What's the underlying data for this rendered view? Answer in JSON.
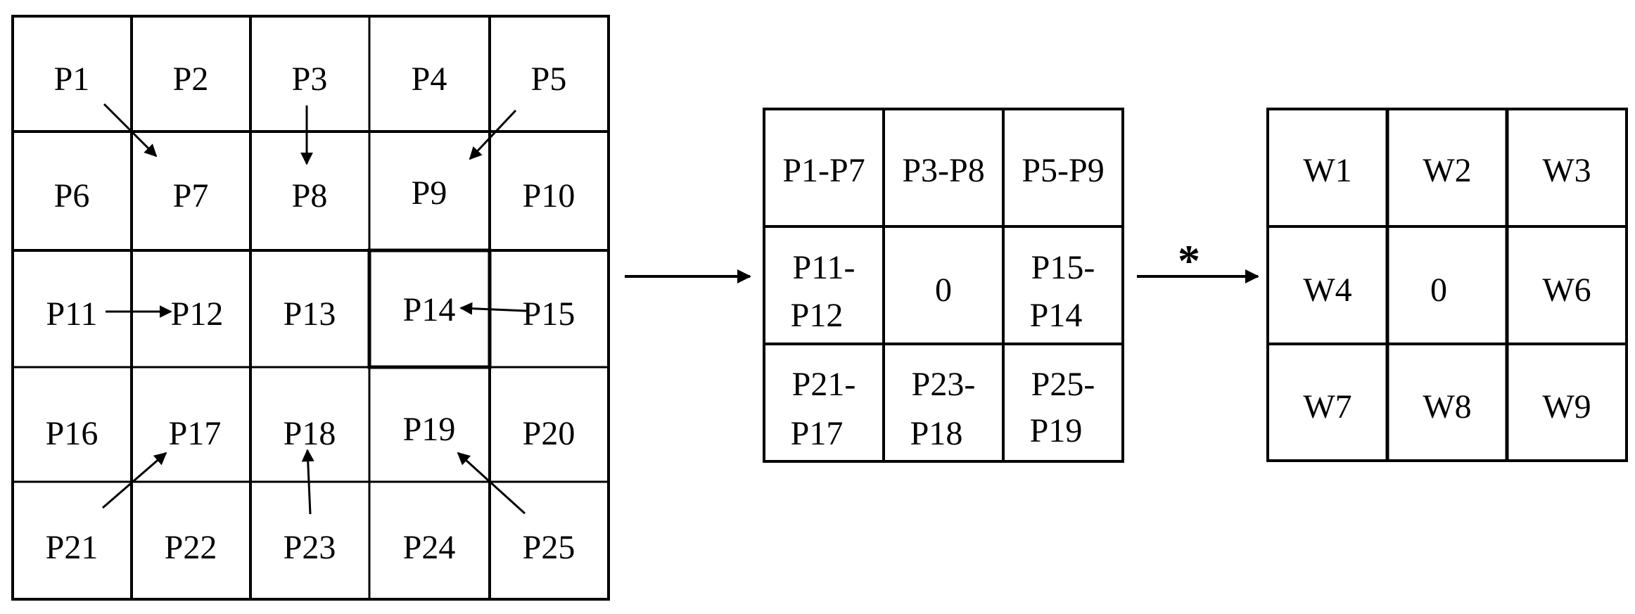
{
  "input_grid": {
    "rows": [
      [
        "P1",
        "P2",
        "P3",
        "P4",
        "P5"
      ],
      [
        "P6",
        "P7",
        "P8",
        "P9",
        "P10"
      ],
      [
        "P11",
        "P12",
        "P13",
        "P14",
        "P15"
      ],
      [
        "P16",
        "P17",
        "P18",
        "P19",
        "P20"
      ],
      [
        "P21",
        "P22",
        "P23",
        "P24",
        "P25"
      ]
    ]
  },
  "difference_grid": {
    "cells": [
      [
        "P1-P7"
      ],
      [
        "P3-P8"
      ],
      [
        "P5-P9"
      ],
      [
        "P11-",
        "P12"
      ],
      [
        "0"
      ],
      [
        "P15-",
        "P14"
      ],
      [
        "P21-",
        "P17"
      ],
      [
        "P23-",
        "P18"
      ],
      [
        "P25-",
        "P19"
      ]
    ]
  },
  "weight_grid": {
    "cells": [
      "W1",
      "W2",
      "W3",
      "W4",
      "0",
      "W6",
      "W7",
      "W8",
      "W9"
    ]
  },
  "operator": {
    "symbol": "*"
  }
}
